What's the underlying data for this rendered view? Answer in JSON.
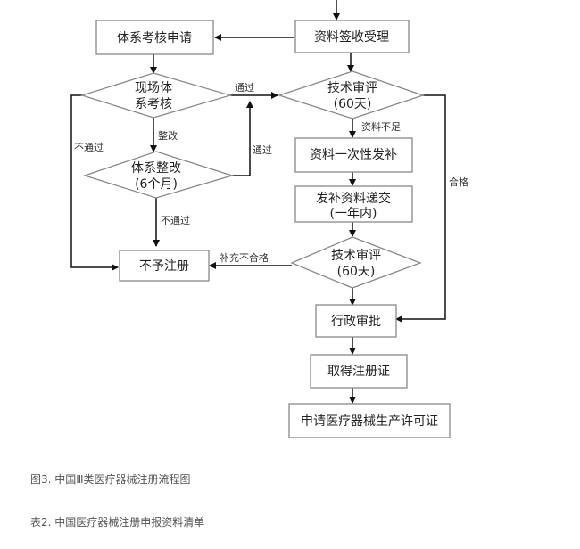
{
  "figure_caption": "图3. 中国Ⅲ类医疗器械注册流程图",
  "table_caption": "表2. 中国医疗器械注册申报资料清单",
  "nodes": {
    "system_audit_apply": "体系考核申请",
    "doc_receive": "资料签收受理",
    "onsite_audit": [
      "现场体",
      "系考核"
    ],
    "tech_review_1": [
      "技术审评",
      "(60天)"
    ],
    "doc_supplement_once": "资料一次性发补",
    "system_rectify": [
      "体系整改",
      "(6个月)"
    ],
    "supplement_submit": [
      "发补资料递交",
      "(一年内)"
    ],
    "no_registration": "不予注册",
    "tech_review_2": [
      "技术审评",
      "(60天)"
    ],
    "admin_approval": "行政审批",
    "get_certificate": "取得注册证",
    "apply_production_license": "申请医疗器械生产许可证"
  },
  "edge_labels": {
    "pass": "通过",
    "rectify": "整改",
    "not_pass_left": "不通过",
    "pass_after_rectify": "通过",
    "not_pass_bottom": "不通过",
    "docs_insufficient": "资料不足",
    "qualified": "合格",
    "supplement_not_qualified": "补充不合格"
  }
}
